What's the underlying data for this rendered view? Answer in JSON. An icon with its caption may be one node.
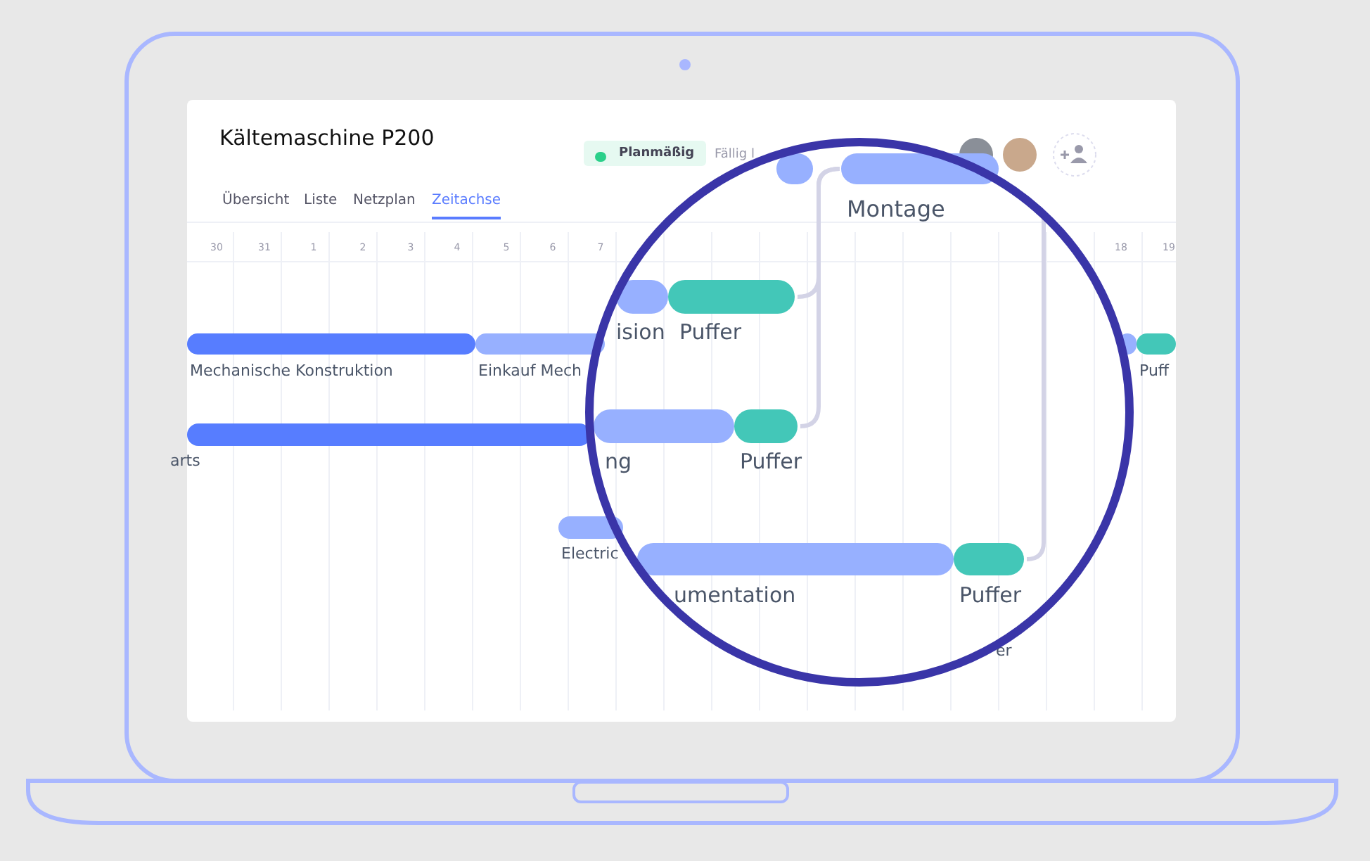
{
  "diagram": {
    "title": "Kältemaschine P200",
    "nodes": [
      {
        "text": [],
        "shape": "bar"
      },
      {
        "text": [
          "Montage"
        ]
      },
      {
        "text": [
          "ision"
        ]
      },
      {
        "text": [
          "Puffer"
        ]
      },
      {
        "text": [
          "Mechanische Konstruktion"
        ]
      },
      {
        "text": [
          "Einkauf Mech"
        ]
      },
      {
        "text": [],
        "shape": "bar"
      },
      {
        "text": [
          "Puff"
        ]
      },
      {
        "text": [
          "arts"
        ]
      },
      {
        "text": [
          "ng"
        ]
      },
      {
        "text": [
          "Puffer"
        ]
      },
      {
        "text": [
          "Electric"
        ]
      },
      {
        "text": [
          "umentation"
        ]
      },
      {
        "text": [
          "Puffer"
        ]
      }
    ],
    "edges": [
      {
        "from": 3,
        "to": 1,
        "arrow": "none"
      },
      {
        "from": 10,
        "to": 1,
        "arrow": "none"
      },
      {
        "from": 13,
        "to": null,
        "arrow": "none"
      }
    ],
    "labels": [
      "Planmäßig",
      "Fällig l",
      "Übersicht",
      "Liste",
      "Netzplan",
      "Zeitachse",
      "30",
      "31",
      "1",
      "2",
      "3",
      "4",
      "5",
      "6",
      "7",
      "18",
      "19",
      "er"
    ]
  }
}
